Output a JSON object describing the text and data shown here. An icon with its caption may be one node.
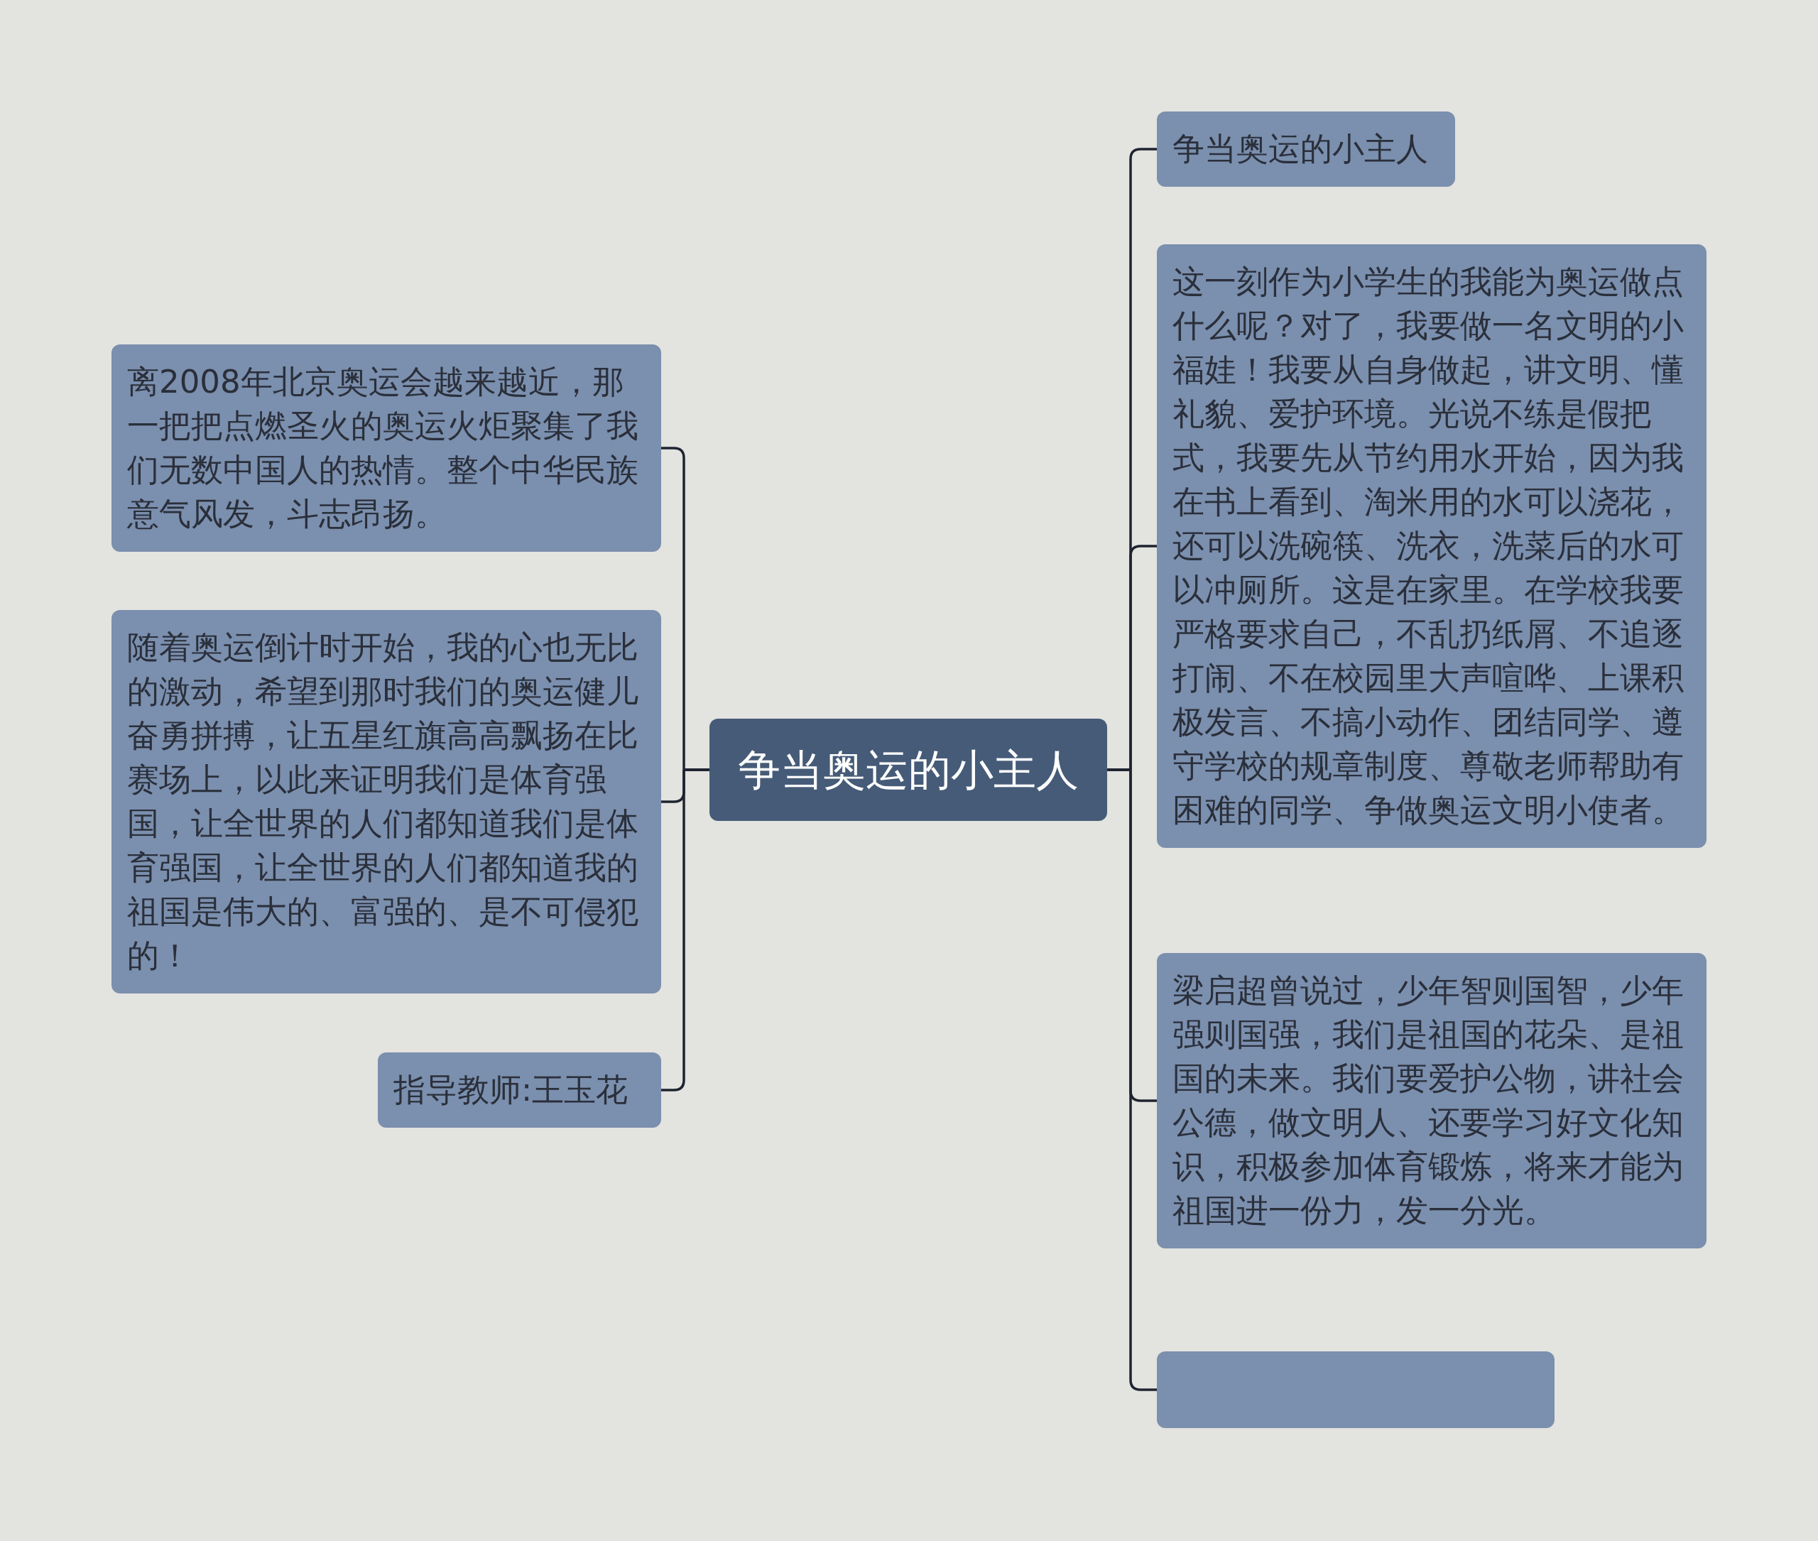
{
  "diagram": {
    "nodes": [
      {
        "text": [
          "争当奥运的小主人"
        ]
      },
      {
        "text": [
          "争当奥运的小主人"
        ]
      },
      {
        "text": [
          "这一刻作为小学生的我能为奥运做点什么呢？对了，我要做一名文明的小福娃！我要从自身做起，讲文明、懂礼貌、爱护环境。光说不练是假把式，我要先从节约用水开始，因为我在书上看到、淘米用的水可以浇花，还可以洗碗筷、洗衣，洗菜后的水可以冲厕所。这是在家里。在学校我要严格要求自己，不乱扔纸屑、不追逐打闹、不在校园里大声喧哗、上课积极发言、不搞小动作、团结同学、遵守学校的规章制度、尊敬老师帮助有困难的同学、争做奥运文明小使者。"
        ]
      },
      {
        "text": [
          "梁启超曾说过，少年智则国智，少年强则国强，我们是祖国的花朵、是祖国的未来。我们要爱护公物，讲社会公德，做文明人、还要学习好文化知识，积极参加体育锻炼，将来才能为祖国进一份力，发一分光。"
        ]
      },
      {
        "text": [],
        "shape": "box"
      },
      {
        "text": [
          "离2008年北京奥运会越来越近，那一把把点燃圣火的奥运火炬聚集了我们无数中国人的热情。整个中华民族意气风发，斗志昂扬。"
        ]
      },
      {
        "text": [
          "随着奥运倒计时开始，我的心也无比的激动，希望到那时我们的奥运健儿奋勇拼搏，让五星红旗高高飘扬在比赛场上，以此来证明我们是体育强国，让全世界的人们都知道我们是体育强国，让全世界的人们都知道我的祖国是伟大的、富强的、是不可侵犯的！"
        ]
      },
      {
        "text": [
          "指导教师:王玉花"
        ]
      }
    ],
    "edges": [
      {
        "from": 0,
        "to": 1,
        "arrow": "none"
      },
      {
        "from": 0,
        "to": 2,
        "arrow": "none"
      },
      {
        "from": 0,
        "to": 3,
        "arrow": "none"
      },
      {
        "from": 0,
        "to": 4,
        "arrow": "none"
      },
      {
        "from": 0,
        "to": 5,
        "arrow": "none"
      },
      {
        "from": 0,
        "to": 6,
        "arrow": "none"
      },
      {
        "from": 0,
        "to": 7,
        "arrow": "none"
      }
    ]
  }
}
